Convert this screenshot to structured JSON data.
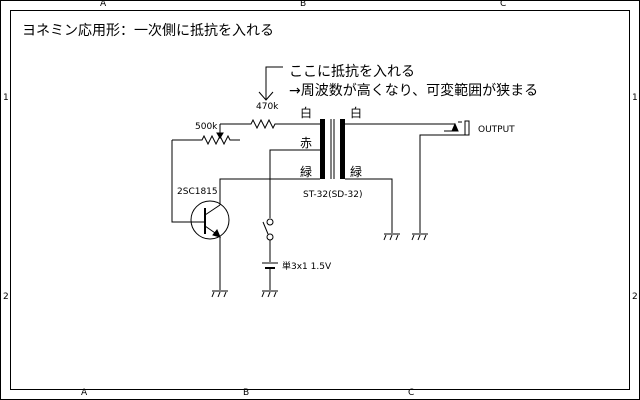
{
  "title": "ヨネミン応用形：一次側に抵抗を入れる",
  "annotation": {
    "line1": "ここに抵抗を入れる",
    "line2": "→周波数が高くなり、可変範囲が狭まる"
  },
  "border": {
    "columns": [
      "A",
      "B",
      "C"
    ],
    "rows": [
      "1",
      "2"
    ]
  },
  "components": {
    "resistor_fixed": "470k",
    "potentiometer": "500k",
    "transistor": "2SC1815",
    "transformer": "ST-32(SD-32)",
    "battery": "単3x1 1.5V",
    "output": "OUTPUT"
  },
  "wire_colors": {
    "primary_top": "白",
    "primary_mid": "赤",
    "primary_bottom": "緑",
    "secondary_top": "白",
    "secondary_bottom": "緑"
  }
}
